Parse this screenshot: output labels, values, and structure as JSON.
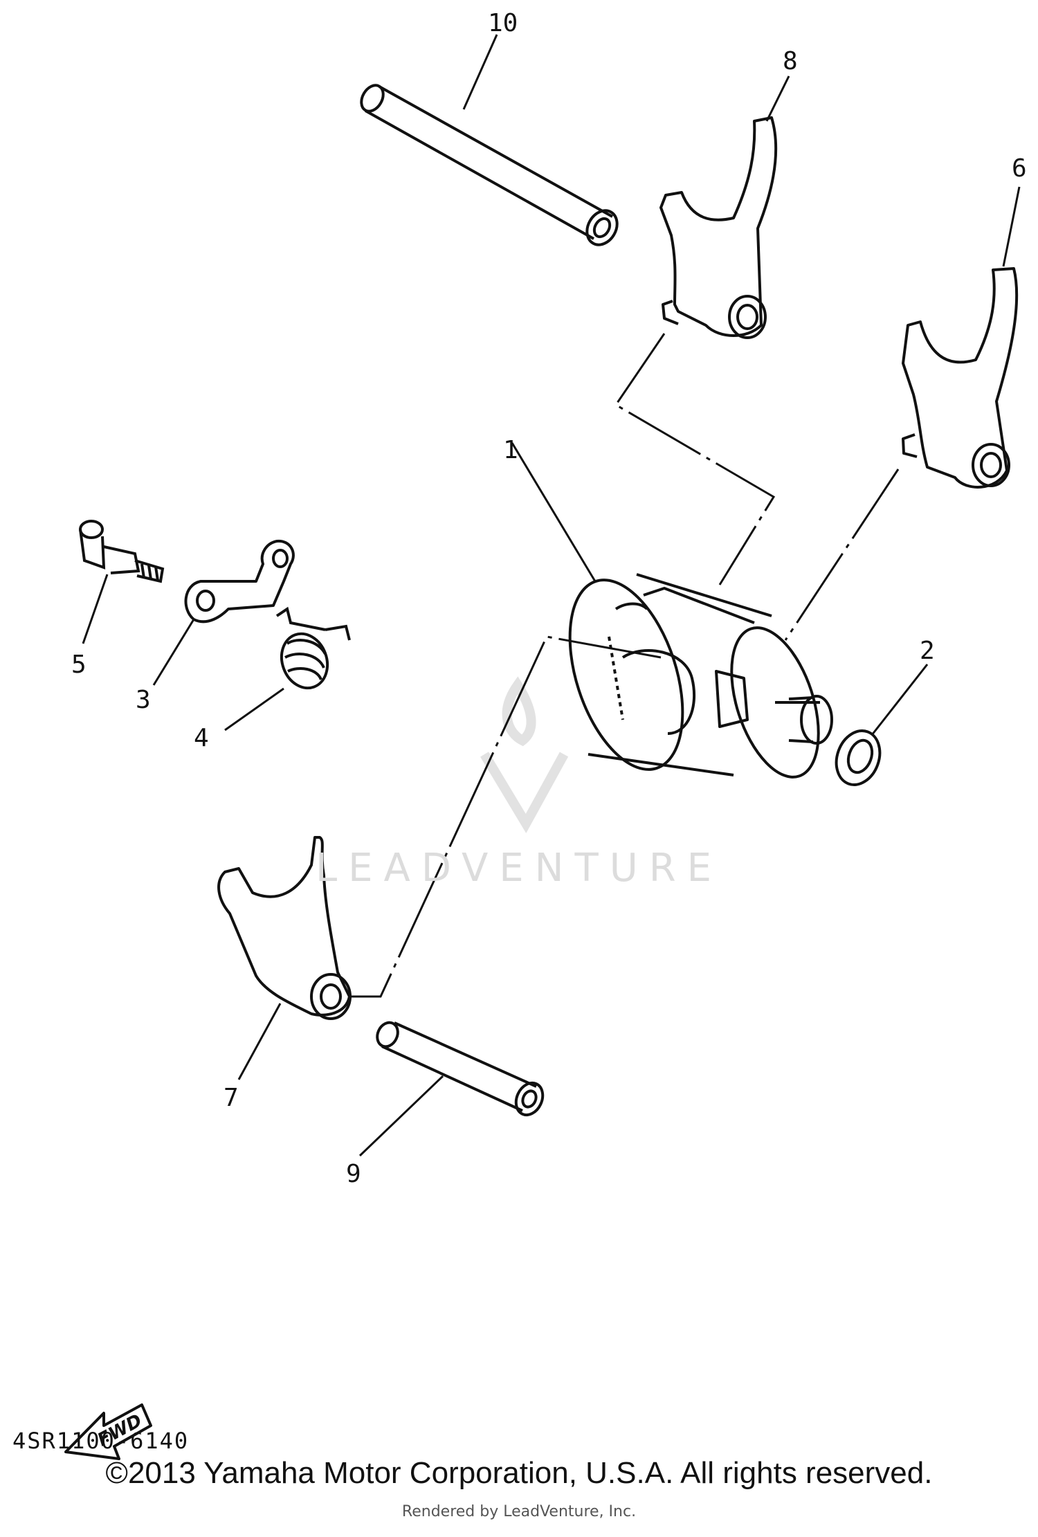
{
  "diagram": {
    "callouts": [
      {
        "id": "1",
        "label": "1"
      },
      {
        "id": "2",
        "label": "2"
      },
      {
        "id": "3",
        "label": "3"
      },
      {
        "id": "4",
        "label": "4"
      },
      {
        "id": "5",
        "label": "5"
      },
      {
        "id": "6",
        "label": "6"
      },
      {
        "id": "7",
        "label": "7"
      },
      {
        "id": "8",
        "label": "8"
      },
      {
        "id": "9",
        "label": "9"
      },
      {
        "id": "10",
        "label": "10"
      }
    ],
    "fwd_label": "FWD",
    "part_code": "4SR1100-6140",
    "watermark": "LEADVENTURE"
  },
  "footer": {
    "copyright": "©2013 Yamaha Motor Corporation, U.S.A. All rights reserved.",
    "rendered_by": "Rendered by LeadVenture, Inc."
  },
  "colors": {
    "line": "#111111",
    "watermark": "#dcdcdc",
    "background": "#ffffff"
  }
}
